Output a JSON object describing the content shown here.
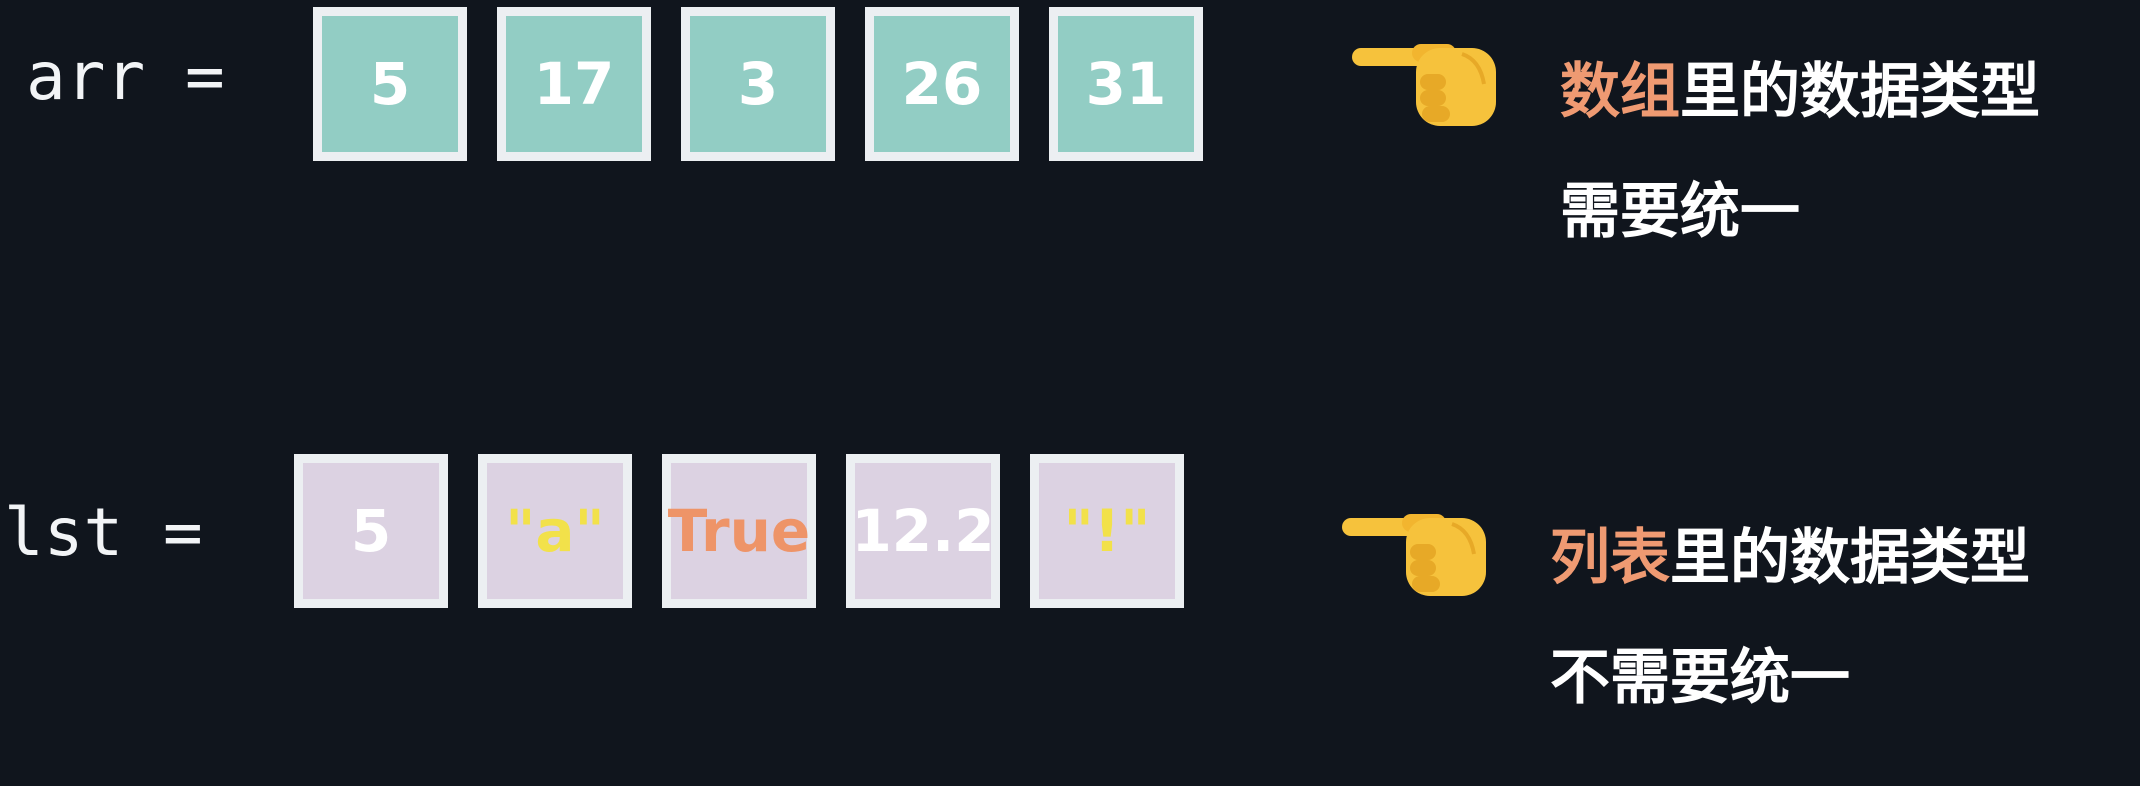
{
  "arr": {
    "label": "arr =",
    "items": [
      {
        "text": "5",
        "color": "#ffffff"
      },
      {
        "text": "17",
        "color": "#ffffff"
      },
      {
        "text": "3",
        "color": "#ffffff"
      },
      {
        "text": "26",
        "color": "#ffffff"
      },
      {
        "text": "31",
        "color": "#ffffff"
      }
    ],
    "note_highlight": "数组",
    "note_line1_rest": "里的数据类型",
    "note_line2": "需要统一"
  },
  "lst": {
    "label": "lst =",
    "items": [
      {
        "text": "5",
        "color": "#ffffff"
      },
      {
        "text": "\"a\"",
        "color": "#f2e14a"
      },
      {
        "text": "True",
        "color": "#ee9468"
      },
      {
        "text": "12.2",
        "color": "#ffffff"
      },
      {
        "text": "\"!\"",
        "color": "#f2e14a"
      }
    ],
    "note_highlight": "列表",
    "note_line1_rest": "里的数据类型",
    "note_line2": "不需要统一"
  },
  "colors": {
    "background": "#10151d",
    "arr_cell": "#92cdc4",
    "lst_cell": "#dcd2e2",
    "cell_border": "#eceff2",
    "highlight": "#ef9a72"
  },
  "icons": {
    "pointer": "pointing-hand-icon"
  }
}
